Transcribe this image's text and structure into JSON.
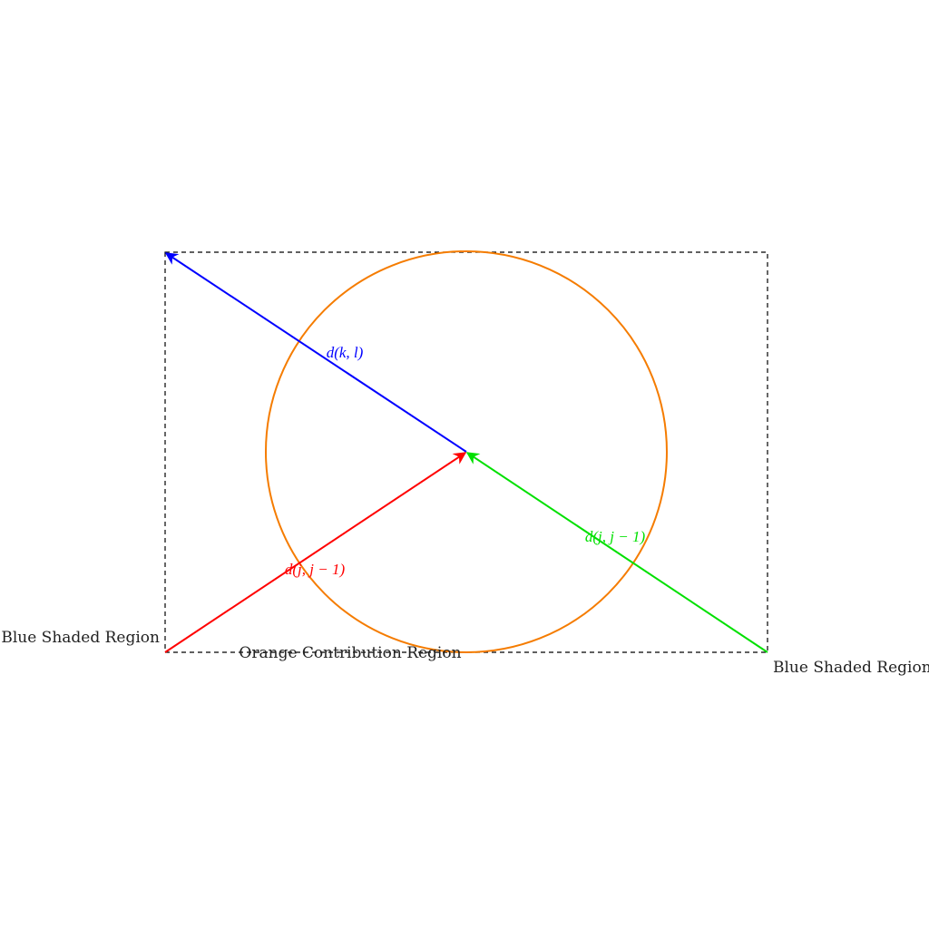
{
  "colors": {
    "frame": "#000000",
    "circle": "#f57c00",
    "blue_vector": "#0000ff",
    "red_vector": "#ff0000",
    "green_vector": "#00e000",
    "text": "#222222"
  },
  "labels": {
    "blue_vector": "d(k, l)",
    "red_vector": "d(j, j − 1)",
    "green_vector": "d(j, j − 1)",
    "left_region": "Blue Shaded Region",
    "right_region": "Blue Shaded Region",
    "bottom_region": "Orange Contribution Region"
  }
}
